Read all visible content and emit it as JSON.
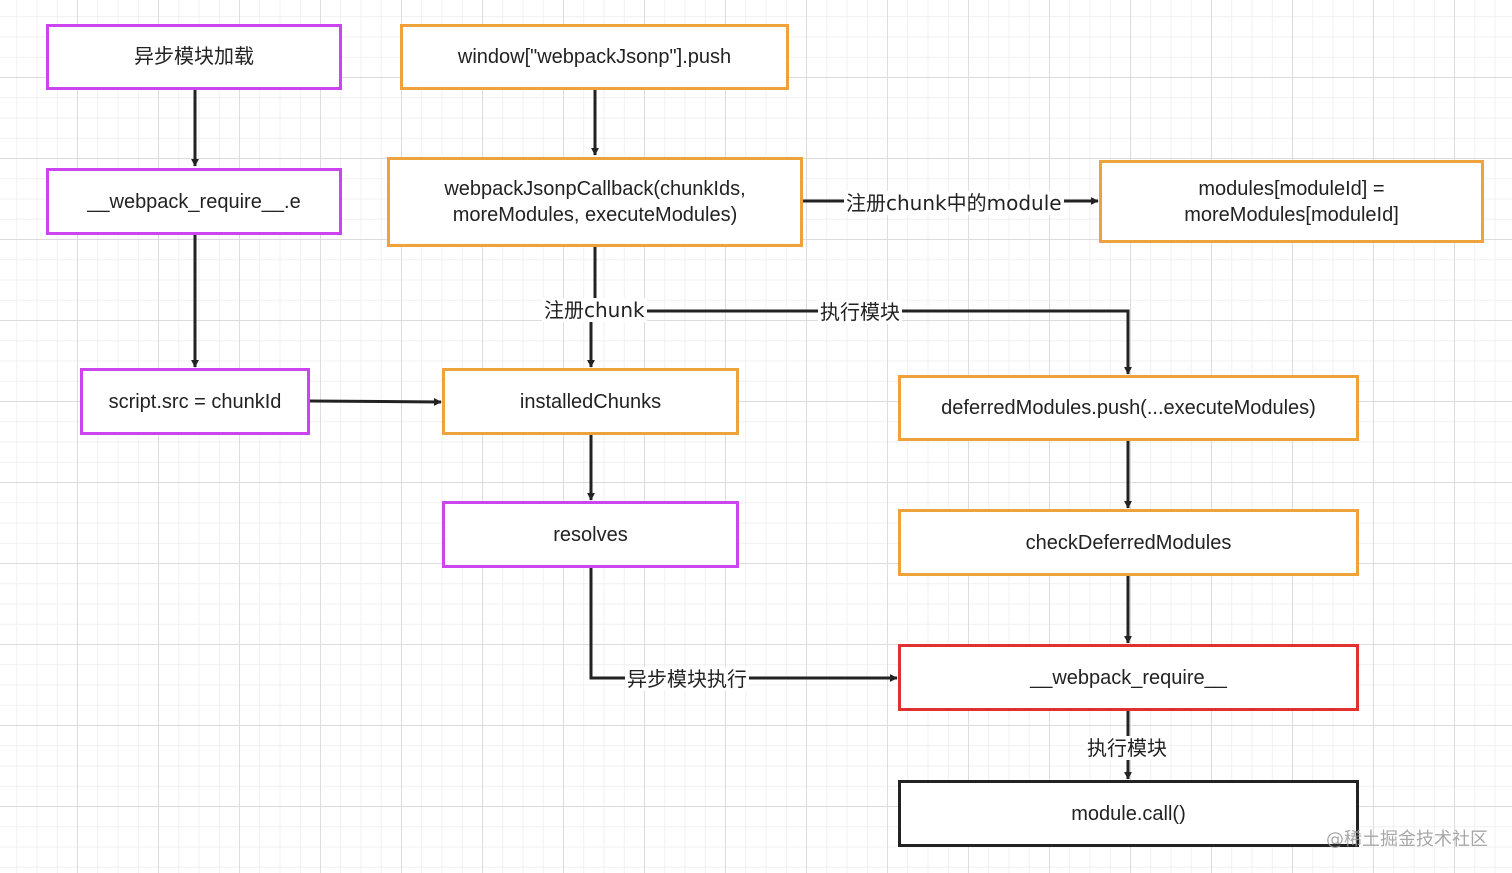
{
  "nodes": {
    "async_load": "异步模块加载",
    "webpack_require_e": "__webpack_require__.e",
    "script_src": "script.src = chunkId",
    "webpack_jsonp_push": "window[\"webpackJsonp\"].push",
    "jsonp_callback": "webpackJsonpCallback(chunkIds,\nmoreModules, executeModules)",
    "modules_assign": "modules[moduleId] =\nmoreModules[moduleId]",
    "installed_chunks": "installedChunks",
    "resolves": "resolves",
    "deferred_push": "deferredModules.push(...executeModules)",
    "check_deferred": "checkDeferredModules",
    "webpack_require": "__webpack_require__",
    "module_call": "module.call()"
  },
  "edge_labels": {
    "register_module": "注册chunk中的module",
    "register_chunk": "注册chunk",
    "execute_module_top": "执行模块",
    "async_execute": "异步模块执行",
    "execute_module_bottom": "执行模块"
  },
  "watermark": "@稀土掘金技术社区",
  "colors": {
    "purple": "#cc44f0",
    "orange": "#f0a23a",
    "red": "#e03030",
    "black": "#222222",
    "edge": "#222222"
  }
}
